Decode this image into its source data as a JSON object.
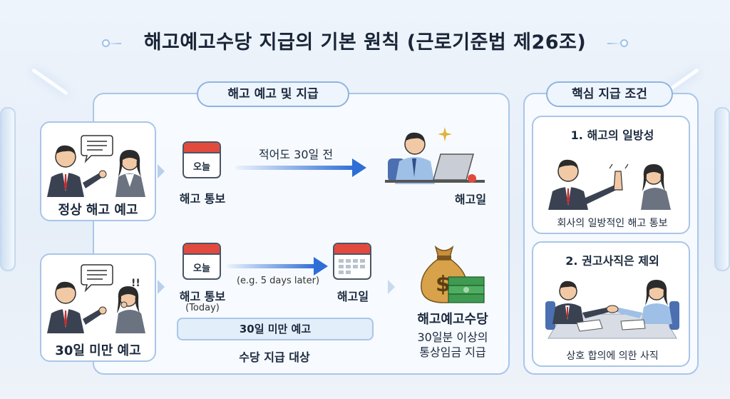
{
  "title": "해고예고수당 지급의 기본 원칙 (근로기준법 제26조)",
  "left_panel": {
    "header": "해고 예고 및 지급",
    "row1": {
      "case_label": "정상 해고 예고",
      "calendar_text": "오늘",
      "notice_label": "해고 통보",
      "arrow_label": "적어도 30일 전",
      "end_label": "해고일"
    },
    "row2": {
      "case_label": "30일 미만 예고",
      "calendar_text": "오늘",
      "notice_label": "해고 통보",
      "notice_sub": "(Today)",
      "arrow_label": "(e.g. 5 days later)",
      "end_label": "해고일",
      "band_label": "30일 미만 예고",
      "band_caption": "수당 지급 대상",
      "pay_title": "해고예고수당",
      "pay_desc_1": "30일분 이상의",
      "pay_desc_2": "통상임금 지급",
      "money_symbol": "$"
    }
  },
  "right_panel": {
    "header": "핵심 지급 조건",
    "cond1": {
      "title": "1. 해고의 일방성",
      "caption": "회사의 일방적인 해고 통보"
    },
    "cond2": {
      "title": "2. 권고사직은 제외",
      "caption": "상호 합의에 의한 사직"
    }
  },
  "colors": {
    "accent_blue": "#2e6ed6",
    "calendar_red": "#e24a3e",
    "money_green": "#3f9a52",
    "bag_gold": "#d8a24a"
  }
}
